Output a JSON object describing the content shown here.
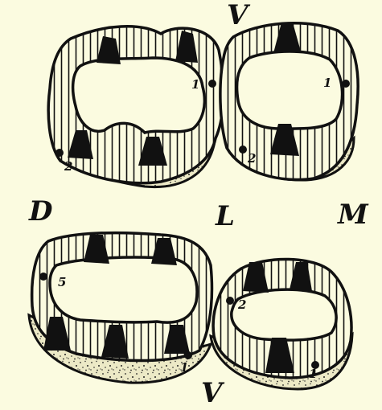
{
  "orientation": {
    "top": "V",
    "left": "D",
    "center": "L",
    "right": "M",
    "bottom": "V"
  },
  "markers": {
    "upper_left_1": "1",
    "upper_left_2": "2",
    "upper_right_1": "1",
    "upper_right_2": "2",
    "lower_left_5": "5",
    "lower_left_1": "1",
    "lower_right_2": "2",
    "lower_right_1": "1"
  },
  "colors": {
    "background": "#fbfbe0",
    "ink": "#111111",
    "stipple_fill": "#ece9c6"
  }
}
